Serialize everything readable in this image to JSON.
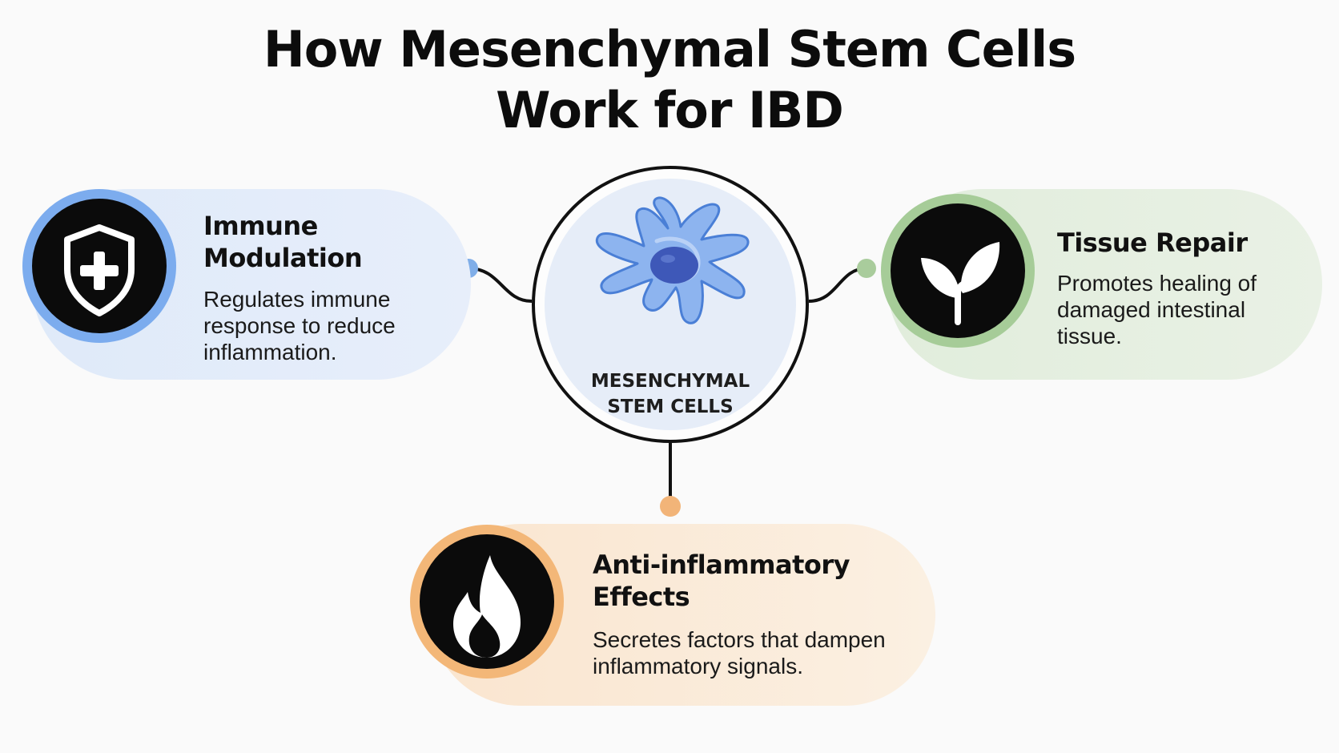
{
  "title": {
    "line1": "How Mesenchymal Stem Cells",
    "line2": "Work for IBD"
  },
  "center": {
    "label": "MESENCHYMAL STEM CELLS",
    "icon": "stem-cell-icon"
  },
  "cards": [
    {
      "id": "immune",
      "title": "Immune Modulation",
      "description": "Regulates immune response to reduce inflammation.",
      "icon": "shield-plus-icon",
      "accent": "#7cacee",
      "background": "#e2ecfa"
    },
    {
      "id": "repair",
      "title": "Tissue Repair",
      "description": "Promotes healing of damaged intestinal tissue.",
      "icon": "sprout-icon",
      "accent": "#a6cc98",
      "background": "#e5efe1"
    },
    {
      "id": "anti",
      "title": "Anti-inflammatory Effects",
      "description": "Secretes factors that dampen inflammatory signals.",
      "icon": "flame-icon",
      "accent": "#f3b778",
      "background": "#faead8"
    }
  ],
  "colors": {
    "connector": "#111111",
    "cell_body": "#6f9fe8",
    "cell_nucleus": "#3e58b8"
  }
}
